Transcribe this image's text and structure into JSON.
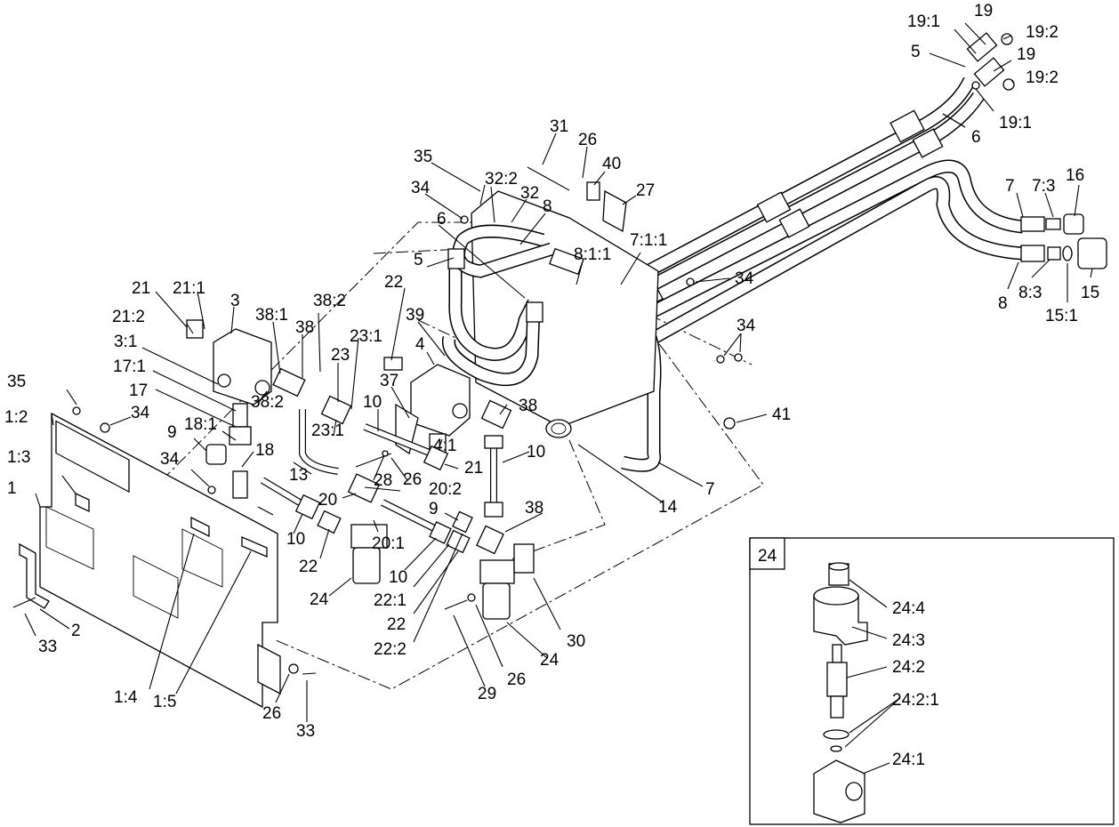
{
  "diagram": {
    "inset_title": "24",
    "callouts": [
      {
        "id": "c-19-a",
        "text": "19"
      },
      {
        "id": "c-19-1-a",
        "text": "19:1"
      },
      {
        "id": "c-19-2-a",
        "text": "19:2"
      },
      {
        "id": "c-5-a",
        "text": "5"
      },
      {
        "id": "c-19-b",
        "text": "19"
      },
      {
        "id": "c-19-2-b",
        "text": "19:2"
      },
      {
        "id": "c-19-1-b",
        "text": "19:1"
      },
      {
        "id": "c-6-a",
        "text": "6"
      },
      {
        "id": "c-16",
        "text": "16"
      },
      {
        "id": "c-7-a",
        "text": "7"
      },
      {
        "id": "c-7-3",
        "text": "7:3"
      },
      {
        "id": "c-8-a",
        "text": "8"
      },
      {
        "id": "c-8-3",
        "text": "8:3"
      },
      {
        "id": "c-15-1",
        "text": "15:1"
      },
      {
        "id": "c-15",
        "text": "15"
      },
      {
        "id": "c-31",
        "text": "31"
      },
      {
        "id": "c-26-a",
        "text": "26"
      },
      {
        "id": "c-40",
        "text": "40"
      },
      {
        "id": "c-27",
        "text": "27"
      },
      {
        "id": "c-35-a",
        "text": "35"
      },
      {
        "id": "c-32-2",
        "text": "32:2"
      },
      {
        "id": "c-32",
        "text": "32"
      },
      {
        "id": "c-8-b",
        "text": "8"
      },
      {
        "id": "c-34-a",
        "text": "34"
      },
      {
        "id": "c-8-1-1",
        "text": "8:1:1"
      },
      {
        "id": "c-7-1-1",
        "text": "7:1:1"
      },
      {
        "id": "c-34-b",
        "text": "34"
      },
      {
        "id": "c-34-c",
        "text": "34"
      },
      {
        "id": "c-6-b",
        "text": "6"
      },
      {
        "id": "c-5-b",
        "text": "5"
      },
      {
        "id": "c-22-a",
        "text": "22"
      },
      {
        "id": "c-39",
        "text": "39"
      },
      {
        "id": "c-21-a",
        "text": "21"
      },
      {
        "id": "c-21-1",
        "text": "21:1"
      },
      {
        "id": "c-3",
        "text": "3"
      },
      {
        "id": "c-38-1",
        "text": "38:1"
      },
      {
        "id": "c-38-2-a",
        "text": "38:2"
      },
      {
        "id": "c-38-a",
        "text": "38"
      },
      {
        "id": "c-21-2",
        "text": "21:2"
      },
      {
        "id": "c-3-1",
        "text": "3:1"
      },
      {
        "id": "c-23-1-a",
        "text": "23:1"
      },
      {
        "id": "c-23",
        "text": "23"
      },
      {
        "id": "c-4",
        "text": "4"
      },
      {
        "id": "c-17-1",
        "text": "17:1"
      },
      {
        "id": "c-37",
        "text": "37"
      },
      {
        "id": "c-17",
        "text": "17"
      },
      {
        "id": "c-38-2-b",
        "text": "38:2"
      },
      {
        "id": "c-10-a",
        "text": "10"
      },
      {
        "id": "c-38-b",
        "text": "38"
      },
      {
        "id": "c-41",
        "text": "41"
      },
      {
        "id": "c-35-b",
        "text": "35"
      },
      {
        "id": "c-34-d",
        "text": "34"
      },
      {
        "id": "c-1-2",
        "text": "1:2"
      },
      {
        "id": "c-18-1",
        "text": "18:1"
      },
      {
        "id": "c-23-1-b",
        "text": "23:1"
      },
      {
        "id": "c-4-1",
        "text": "4:1"
      },
      {
        "id": "c-9-a",
        "text": "9"
      },
      {
        "id": "c-18",
        "text": "18"
      },
      {
        "id": "c-21-b",
        "text": "21"
      },
      {
        "id": "c-10-b",
        "text": "10"
      },
      {
        "id": "c-34-e",
        "text": "34"
      },
      {
        "id": "c-1-3",
        "text": "1:3"
      },
      {
        "id": "c-13",
        "text": "13"
      },
      {
        "id": "c-28",
        "text": "28"
      },
      {
        "id": "c-26-b",
        "text": "26"
      },
      {
        "id": "c-20-2",
        "text": "20:2"
      },
      {
        "id": "c-14",
        "text": "14"
      },
      {
        "id": "c-7-b",
        "text": "7"
      },
      {
        "id": "c-1",
        "text": "1"
      },
      {
        "id": "c-20",
        "text": "20"
      },
      {
        "id": "c-9-b",
        "text": "9"
      },
      {
        "id": "c-38-c",
        "text": "38"
      },
      {
        "id": "c-10-c",
        "text": "10"
      },
      {
        "id": "c-20-1",
        "text": "20:1"
      },
      {
        "id": "c-22-b",
        "text": "22"
      },
      {
        "id": "c-24-a",
        "text": "24"
      },
      {
        "id": "c-10-d",
        "text": "10"
      },
      {
        "id": "c-22-1",
        "text": "22:1"
      },
      {
        "id": "c-22-c",
        "text": "22"
      },
      {
        "id": "c-22-2",
        "text": "22:2"
      },
      {
        "id": "c-30",
        "text": "30"
      },
      {
        "id": "c-24-b",
        "text": "24"
      },
      {
        "id": "c-29",
        "text": "29"
      },
      {
        "id": "c-26-c",
        "text": "26"
      },
      {
        "id": "c-33-a",
        "text": "33"
      },
      {
        "id": "c-2",
        "text": "2"
      },
      {
        "id": "c-1-4",
        "text": "1:4"
      },
      {
        "id": "c-1-5",
        "text": "1:5"
      },
      {
        "id": "c-26-d",
        "text": "26"
      },
      {
        "id": "c-33-b",
        "text": "33"
      },
      {
        "id": "c-24-4",
        "text": "24:4"
      },
      {
        "id": "c-24-3",
        "text": "24:3"
      },
      {
        "id": "c-24-2",
        "text": "24:2"
      },
      {
        "id": "c-24-2-1",
        "text": "24:2:1"
      },
      {
        "id": "c-24-1",
        "text": "24:1"
      }
    ]
  }
}
